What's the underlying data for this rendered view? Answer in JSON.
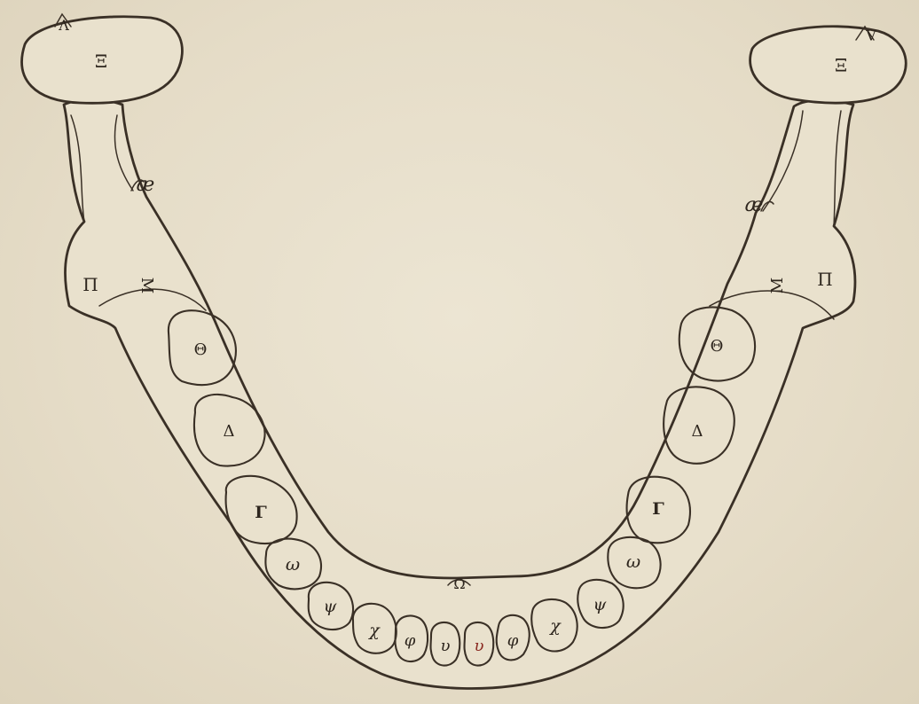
{
  "labels": {
    "condyle": "Ξ",
    "condyle_tip": "Λ",
    "notch": "æ",
    "process": "Π",
    "line": "Μ",
    "molar3": "Θ",
    "molar2": "Δ",
    "molar1": "Γ",
    "premolar2": "ω",
    "premolar1": "ψ",
    "canine": "χ",
    "lateral_incisor": "φ",
    "central_incisor": "υ",
    "symphysis": "Ω"
  },
  "colors": {
    "paper": "#e7dfcb",
    "ink": "#3a3026",
    "accent_letter": "#8a2a22"
  }
}
